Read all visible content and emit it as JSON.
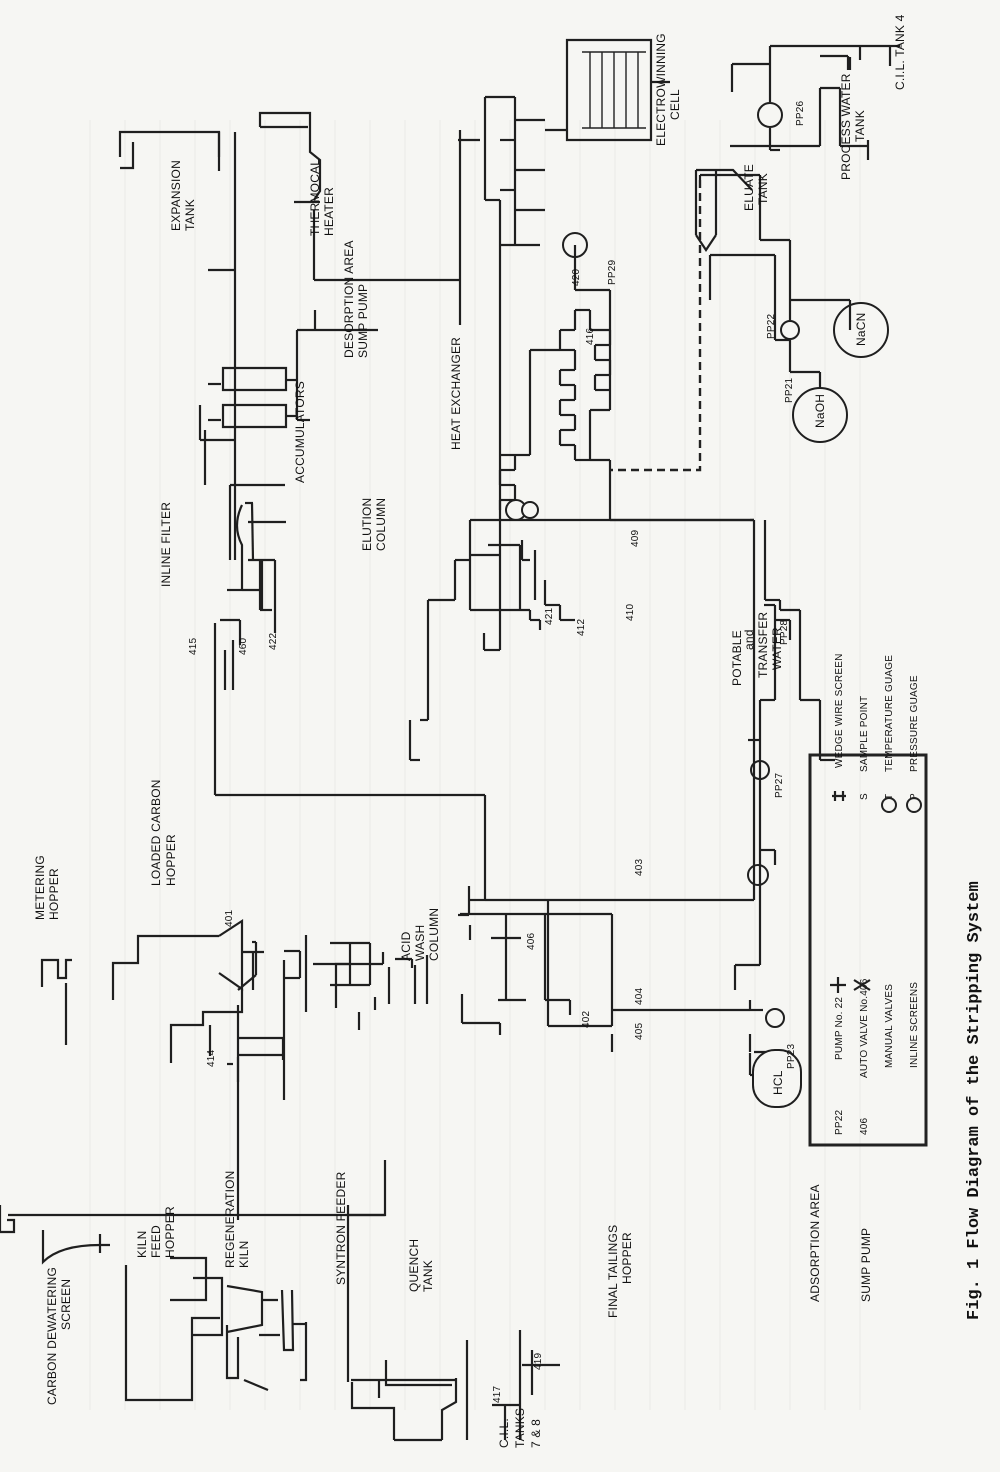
{
  "figure": {
    "caption": "Fig. 1 Flow Diagram of the Stripping System"
  },
  "labels": {
    "carbon_dewatering": [
      "CARBON DEWATERING",
      "SCREEN"
    ],
    "kiln_feed": [
      "KILN",
      "FEED",
      "HOPPER"
    ],
    "regeneration": [
      "REGENERATION",
      "KILN"
    ],
    "syntron": "SYNTRON FEEDER",
    "quench": [
      "QUENCH",
      "TANK"
    ],
    "final_tailings": [
      "FINAL TAILINGS",
      "HOPPER"
    ],
    "adsorption": "ADSORPTION AREA",
    "sump_pump": "SUMP PUMP",
    "cil_tanks": [
      "C.I.L.",
      "TANKS",
      "7 & 8"
    ],
    "metering": [
      "METERING",
      "HOPPER"
    ],
    "loaded_carbon": [
      "LOADED CARBON",
      "HOPPER"
    ],
    "acid_wash": [
      "ACID",
      "WASH",
      "COLUMN"
    ],
    "hcl": "HCL",
    "expansion": [
      "EXPANSION",
      "TANK"
    ],
    "thermocal": [
      "THERMOCAL",
      "HEATER"
    ],
    "desorption": [
      "DESORPTION AREA",
      "SUMP PUMP"
    ],
    "accumulators": "ACCUMULATORS",
    "inline_filter": "INLINE FILTER",
    "elution": [
      "ELUTION",
      "COLUMN"
    ],
    "potable": [
      "POTABLE",
      "and",
      "TRANSFER",
      "WATER"
    ],
    "heat_exchanger": "HEAT EXCHANGER",
    "naoh": "NaOH",
    "nacn": "NaCN",
    "electrowinning": [
      "ELECTROWINNING",
      "CELL"
    ],
    "eluate": [
      "ELUATE",
      "TANK"
    ],
    "process_water": [
      "PROCESS WATER",
      "TANK"
    ],
    "cil_tank4": "C.I.L. TANK 4"
  },
  "tags": {
    "v417": "417",
    "v419": "419",
    "v414": "414",
    "v401": "401",
    "v402": "402",
    "v403": "403",
    "v404": "404",
    "v405": "405",
    "v406": "406",
    "v409": "409",
    "v410": "410",
    "v412": "412",
    "v415": "415",
    "v416": "416",
    "v420": "420",
    "v421": "421",
    "v422": "422",
    "v460": "460",
    "pp21": "PP21",
    "pp22": "PP22",
    "pp23": "PP23",
    "pp26": "PP26",
    "pp27": "PP27",
    "pp28": "PP28",
    "pp29": "PP29"
  },
  "legend": {
    "items": [
      {
        "symbol": "PP22",
        "text": "PUMP No. 22"
      },
      {
        "symbol": "406",
        "text": "AUTO VALVE No.406"
      },
      {
        "symbol": "",
        "text": "MANUAL VALVES"
      },
      {
        "symbol": "",
        "text": "INLINE SCREENS"
      },
      {
        "symbol": "",
        "text": "WEDGE WIRE SCREEN"
      },
      {
        "symbol": "S",
        "text": "SAMPLE POINT"
      },
      {
        "symbol": "T",
        "text": "TEMPERATURE GUAGE"
      },
      {
        "symbol": "P",
        "text": "PRESSURE GUAGE"
      }
    ]
  },
  "colors": {
    "line": "#1f1f1f",
    "paper": "#f6f6f3"
  }
}
